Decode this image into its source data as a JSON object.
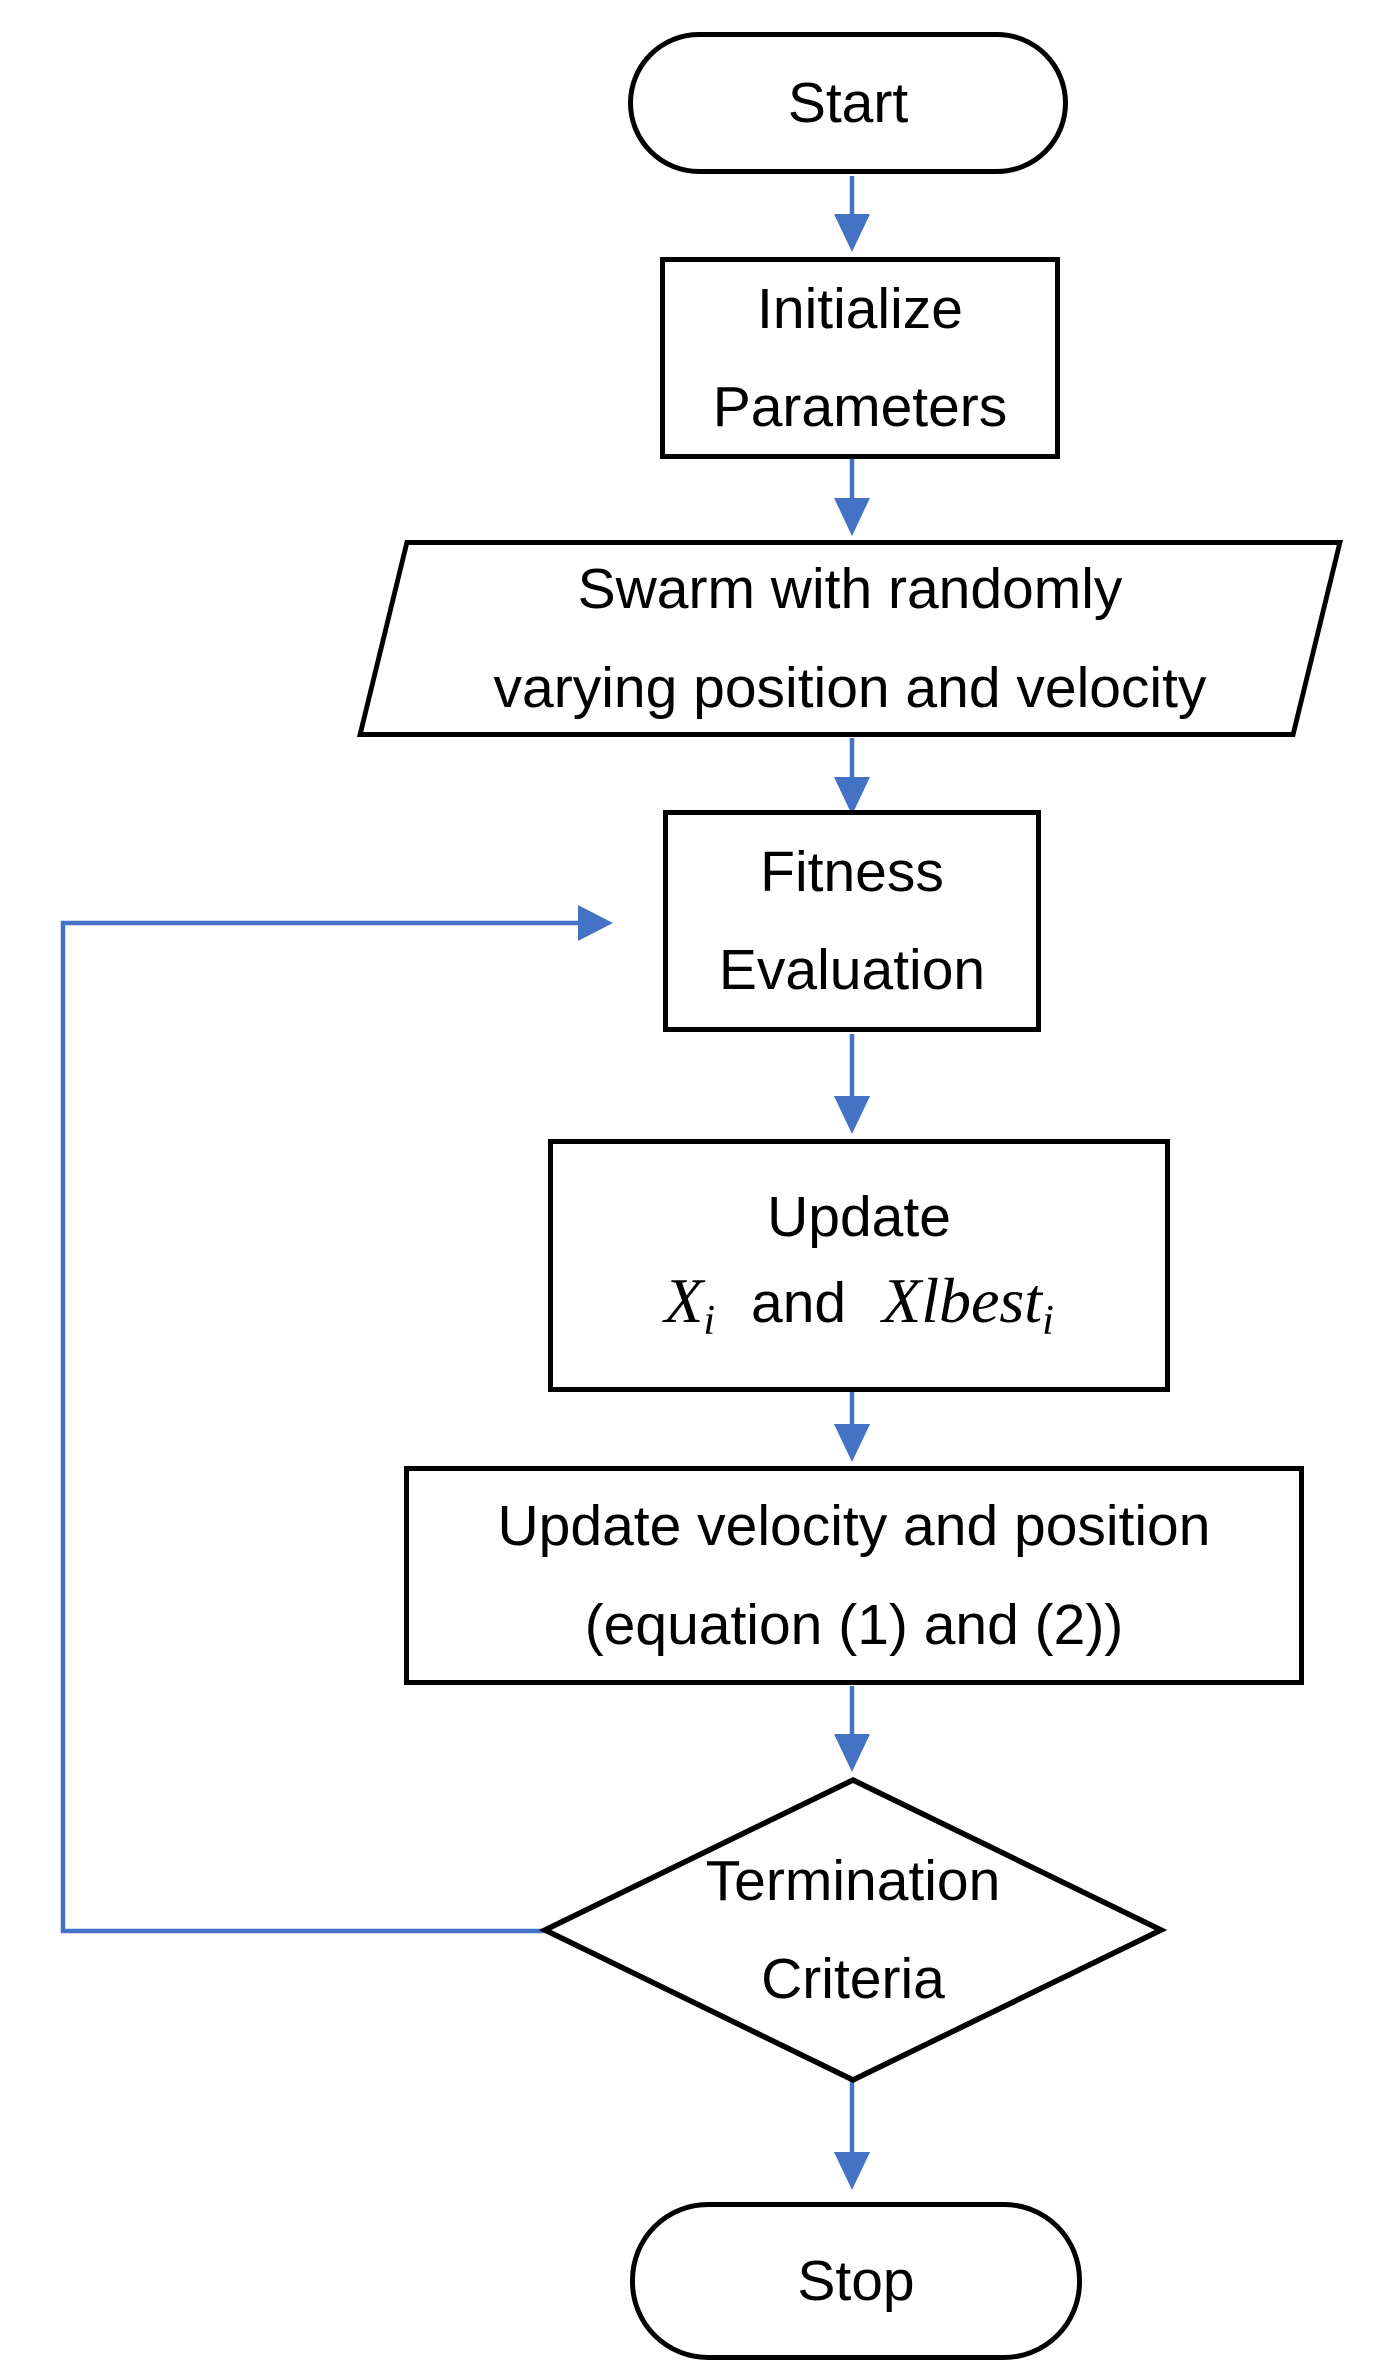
{
  "diagram": {
    "type": "flowchart",
    "background": "#ffffff"
  },
  "colors": {
    "connector": "#4472C4",
    "shape_border": "#000000",
    "shape_fill": "#ffffff",
    "text": "#000000"
  },
  "nodes": {
    "start": {
      "shape": "terminator",
      "label": "Start"
    },
    "initialize": {
      "shape": "process",
      "line1": "Initialize",
      "line2": "Parameters"
    },
    "swarm": {
      "shape": "parallelogram",
      "line1": "Swarm with randomly",
      "line2": "varying position and velocity"
    },
    "fitness": {
      "shape": "process",
      "line1": "Fitness",
      "line2": "Evaluation"
    },
    "update_best": {
      "shape": "process",
      "line1": "Update",
      "x_symbol": "X",
      "x_subscript": "i",
      "conjunction": "and",
      "xlbest_symbol": "Xlbest",
      "xlbest_subscript": "i"
    },
    "update_velocity": {
      "shape": "process",
      "line1": "Update velocity and position",
      "line2": "(equation (1) and (2))"
    },
    "termination": {
      "shape": "decision",
      "line1": "Termination",
      "line2": "Criteria"
    },
    "stop": {
      "shape": "terminator",
      "label": "Stop"
    }
  },
  "edges": [
    {
      "from": "start",
      "to": "initialize"
    },
    {
      "from": "initialize",
      "to": "swarm"
    },
    {
      "from": "swarm",
      "to": "fitness"
    },
    {
      "from": "fitness",
      "to": "update_best"
    },
    {
      "from": "update_best",
      "to": "update_velocity"
    },
    {
      "from": "update_velocity",
      "to": "termination"
    },
    {
      "from": "termination",
      "to": "stop"
    },
    {
      "from": "termination",
      "to": "fitness",
      "kind": "loop-back"
    }
  ]
}
